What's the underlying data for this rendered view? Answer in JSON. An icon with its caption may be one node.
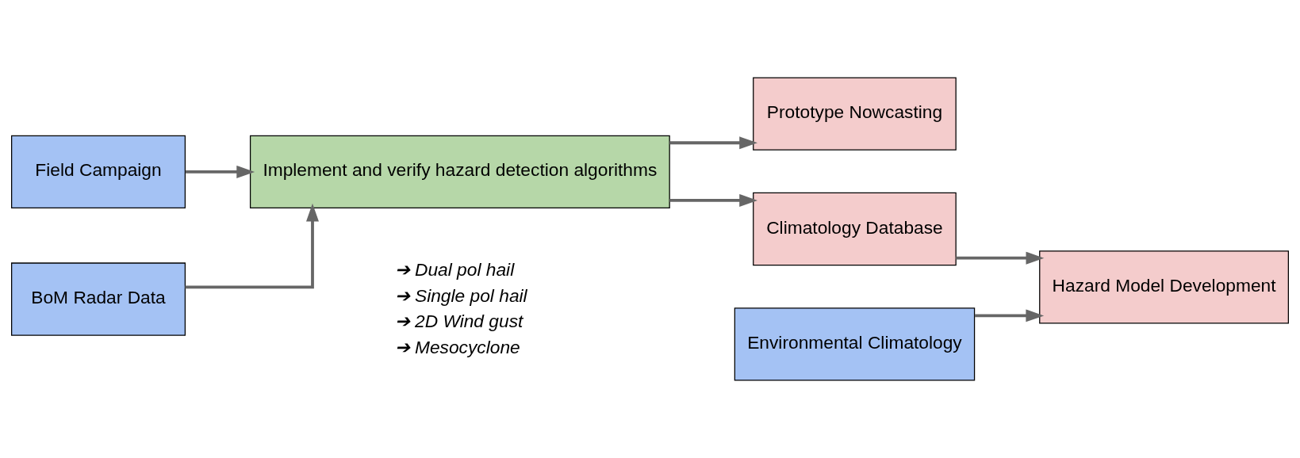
{
  "diagram": {
    "nodes": [
      {
        "text": [
          "Field Campaign"
        ]
      },
      {
        "text": [
          "BoM Radar Data"
        ]
      },
      {
        "text": [
          "Implement and verify hazard detection algorithms"
        ]
      },
      {
        "text": [
          "Prototype Nowcasting"
        ]
      },
      {
        "text": [
          "Climatology Database"
        ]
      },
      {
        "text": [
          "Environmental Climatology"
        ]
      },
      {
        "text": [
          "Hazard Model Development"
        ]
      }
    ],
    "edges": [
      {
        "from": 0,
        "to": 2,
        "arrow": "to"
      },
      {
        "from": 1,
        "to": 2,
        "arrow": "to"
      },
      {
        "from": 2,
        "to": 3,
        "arrow": "to"
      },
      {
        "from": 2,
        "to": 4,
        "arrow": "to"
      },
      {
        "from": 4,
        "to": 6,
        "arrow": "to"
      },
      {
        "from": 5,
        "to": 6,
        "arrow": "to"
      }
    ],
    "labels": [
      "➔ Dual pol hail",
      "➔ Single pol hail",
      "➔ 2D Wind gust",
      "➔ Mesocyclone"
    ]
  }
}
